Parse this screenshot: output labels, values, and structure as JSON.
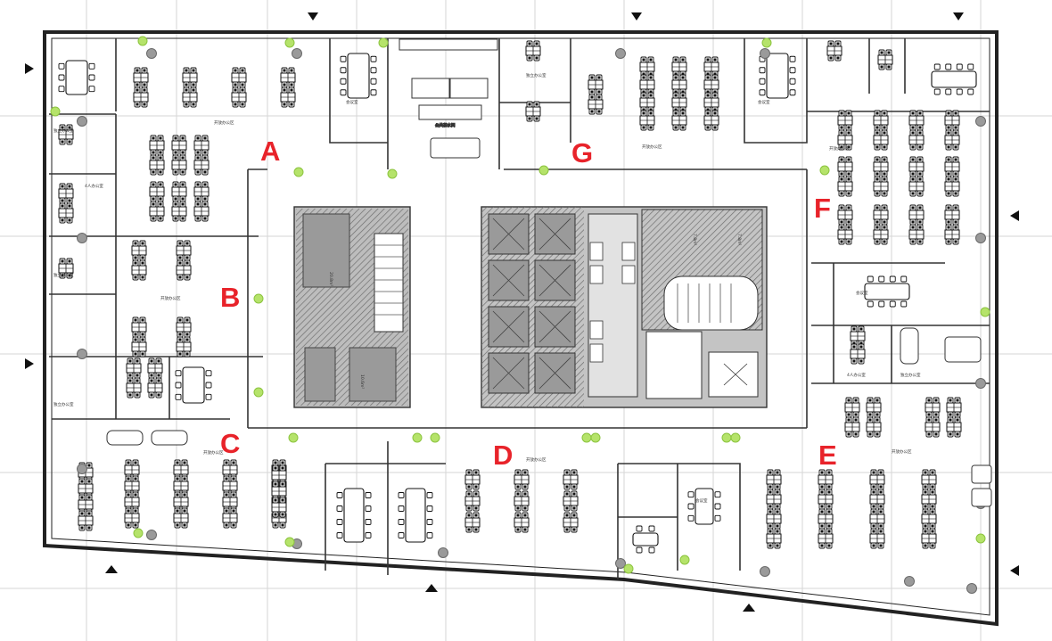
{
  "zones": [
    {
      "id": "A",
      "label": "A"
    },
    {
      "id": "B",
      "label": "B"
    },
    {
      "id": "C",
      "label": "C"
    },
    {
      "id": "D",
      "label": "D"
    },
    {
      "id": "E",
      "label": "E"
    },
    {
      "id": "F",
      "label": "F"
    },
    {
      "id": "G",
      "label": "G"
    }
  ],
  "colors": {
    "zone_letter": "#e8232a",
    "wall": "#222222",
    "core_fill": "#8a8a8a",
    "plant": "#b5e36a",
    "column": "#9a9a9a",
    "grid": "#d6d6d6"
  },
  "tiny_labels": {
    "a_area": "开放办公区",
    "b_area": "开放办公区",
    "c_area": "开放办公区",
    "d_area": "开放办公区",
    "e_area": "开放办公区",
    "f_area": "开放办公区",
    "g_area": "开放办公区",
    "meeting": "会议室",
    "office": "独立办公室",
    "office4": "4人办公室",
    "pantry": "公共茶水间",
    "core_left_a": "20.8m²",
    "core_left_b": "10.6m²",
    "core_right_a": "7.8m²",
    "core_right_b": "7.8m²"
  }
}
